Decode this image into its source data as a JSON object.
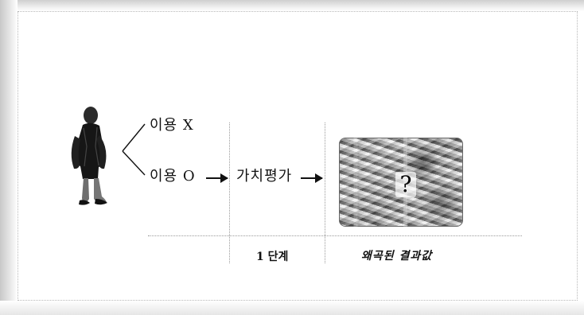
{
  "diagram": {
    "options": {
      "no_use_label": "이용 X",
      "use_label": "이용 O"
    },
    "steps": {
      "value_evaluation_label": "가치평가",
      "step_label": "1 단계",
      "result_label": "왜곡된 결과값",
      "question_mark": "?"
    },
    "icons": {
      "person": "person-icon",
      "money_collage": "money-collage-image"
    }
  }
}
